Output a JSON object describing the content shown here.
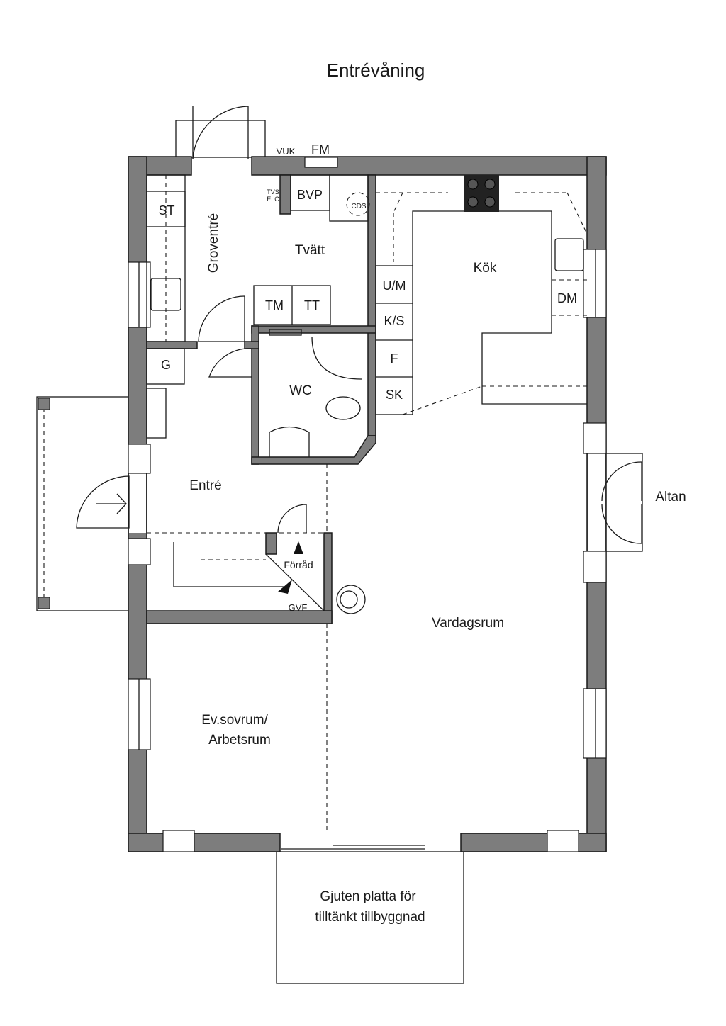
{
  "title": "Entrévåning",
  "rooms": {
    "groventre": "Groventré",
    "tvatt": "Tvätt",
    "kok": "Kök",
    "wc": "WC",
    "entre": "Entré",
    "forrad": "Förråd",
    "vardagsrum": "Vardagsrum",
    "sovrum_line1": "Ev.sovrum/",
    "sovrum_line2": "Arbetsrum",
    "altan": "Altan",
    "platta_line1": "Gjuten platta för",
    "platta_line2": "tilltänkt tillbyggnad"
  },
  "fixtures": {
    "vuk": "VUK",
    "fm": "FM",
    "tvs": "TVS",
    "elc": "ELC",
    "bvp": "BVP",
    "cds": "CDS",
    "st": "ST",
    "tm": "TM",
    "tt": "TT",
    "g": "G",
    "um": "U/M",
    "ks": "K/S",
    "f": "F",
    "sk": "SK",
    "dm": "DM",
    "gvf": "GVF"
  }
}
